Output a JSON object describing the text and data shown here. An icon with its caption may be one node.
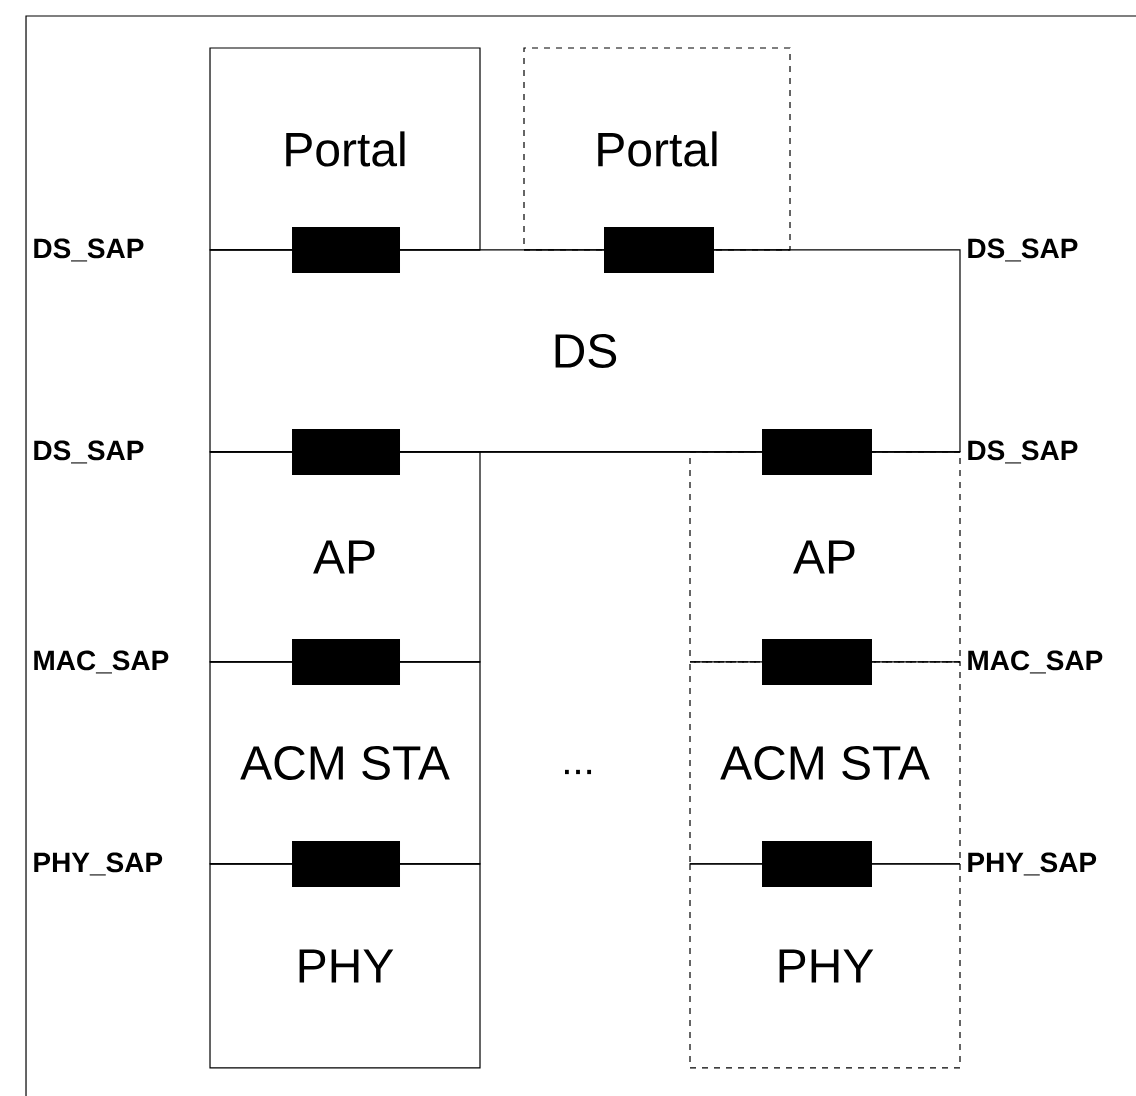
{
  "diagram": {
    "nodes": [
      {
        "text": [
          "Portal"
        ]
      },
      {
        "text": [
          "Portal"
        ]
      },
      {
        "text": [
          "DS"
        ]
      },
      {
        "text": [
          "AP"
        ]
      },
      {
        "text": [
          "ACM STA"
        ]
      },
      {
        "text": [
          "PHY"
        ]
      },
      {
        "text": [
          "AP"
        ]
      },
      {
        "text": [
          "ACM STA"
        ]
      },
      {
        "text": [
          "PHY"
        ]
      }
    ],
    "labels": [
      "DS_SAP",
      "DS_SAP",
      "DS_SAP",
      "DS_SAP",
      "MAC_SAP",
      "MAC_SAP",
      "...",
      "PHY_SAP",
      "PHY_SAP"
    ]
  }
}
